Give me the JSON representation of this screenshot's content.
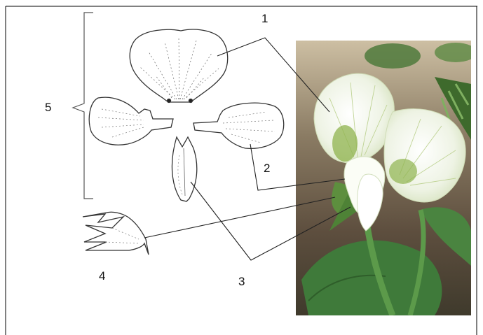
{
  "labels": {
    "one": "1",
    "two": "2",
    "three": "3",
    "four": "4",
    "five": "5"
  },
  "colors": {
    "border": "#000000",
    "sketch": "#333333",
    "leader": "#222222",
    "petal_white": "#f4f7ef",
    "petal_vein": "#b9cf8a",
    "leaf_green": "#3f7a3a",
    "soil": "#6b5a45"
  }
}
